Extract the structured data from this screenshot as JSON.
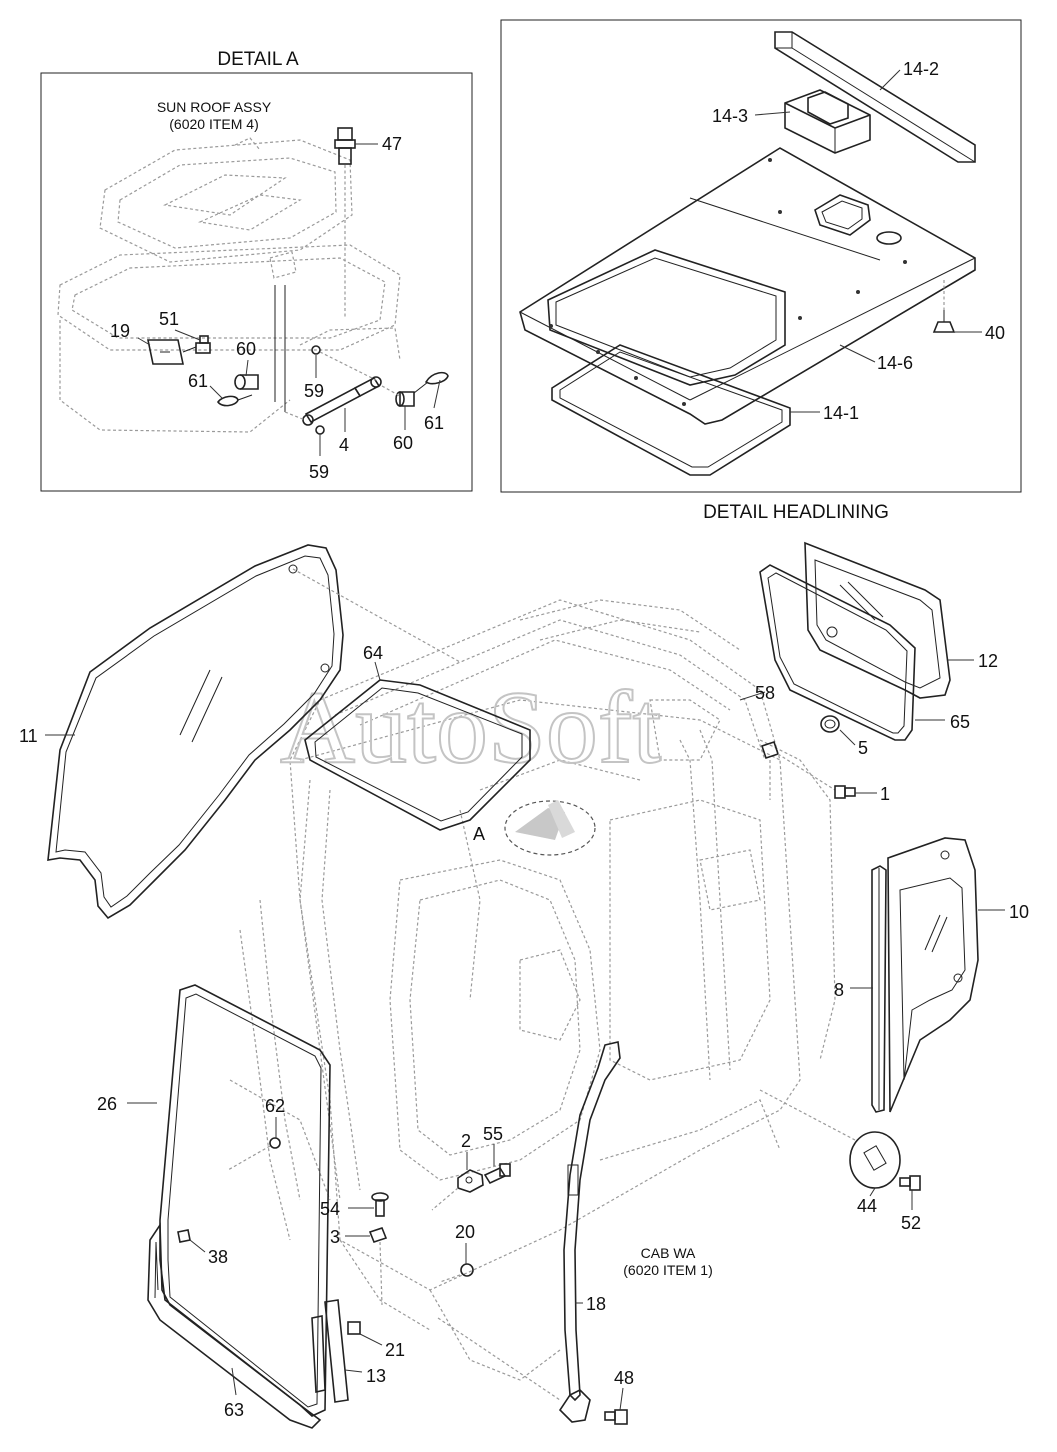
{
  "panels": {
    "detail_a_title": "DETAIL A",
    "detail_a_note_line1": "SUN ROOF ASSY",
    "detail_a_note_line2": "(6020 ITEM 4)",
    "detail_headlining_title": "DETAIL HEADLINING"
  },
  "main": {
    "cab_note_line1": "CAB WA",
    "cab_note_line2": "(6020 ITEM 1)",
    "detail_marker": "A",
    "watermark": "AutoSoft"
  },
  "callouts": {
    "c47": "47",
    "c51": "51",
    "c19": "19",
    "c60a": "60",
    "c61a": "61",
    "c59a": "59",
    "c4": "4",
    "c60b": "60",
    "c61b": "61",
    "c59b": "59",
    "c14_2": "14-2",
    "c14_3": "14-3",
    "c40": "40",
    "c14_6": "14-6",
    "c14_1": "14-1",
    "c11": "11",
    "c64": "64",
    "c58": "58",
    "c12": "12",
    "c65": "65",
    "c5": "5",
    "c1": "1",
    "c10": "10",
    "c8": "8",
    "c26": "26",
    "c62": "62",
    "c2": "2",
    "c55": "55",
    "c54": "54",
    "c3": "3",
    "c20": "20",
    "c38": "38",
    "c44": "44",
    "c52": "52",
    "c18": "18",
    "c21": "21",
    "c13": "13",
    "c63": "63",
    "c48": "48"
  }
}
